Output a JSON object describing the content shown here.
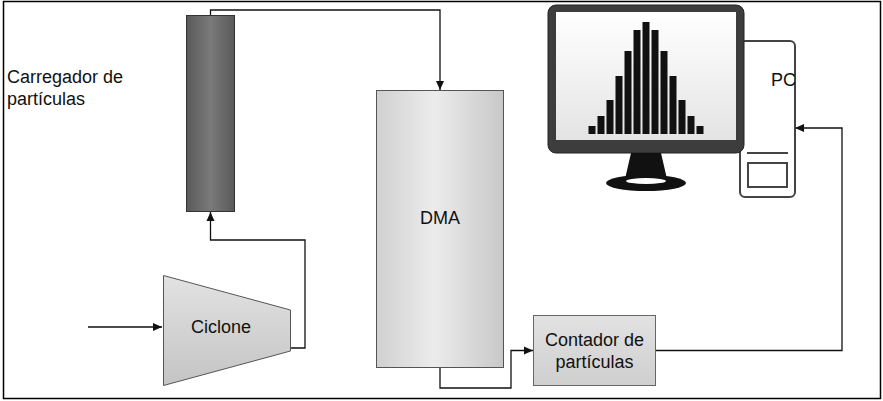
{
  "diagram": {
    "nodes": [
      {
        "text": [
          "Carregador de partículas"
        ]
      },
      {
        "text": [
          "Ciclone"
        ]
      },
      {
        "text": [
          "DMA"
        ]
      },
      {
        "text": [
          "PC"
        ]
      },
      {
        "text": [
          "Contador de partículas"
        ]
      }
    ],
    "edges": [
      {
        "from": 1,
        "to": 0,
        "arrow": "to"
      },
      {
        "from": 0,
        "to": 2,
        "arrow": "to"
      },
      {
        "from": 2,
        "to": 4,
        "arrow": "to"
      },
      {
        "from": 4,
        "to": 3,
        "arrow": "to"
      }
    ]
  }
}
